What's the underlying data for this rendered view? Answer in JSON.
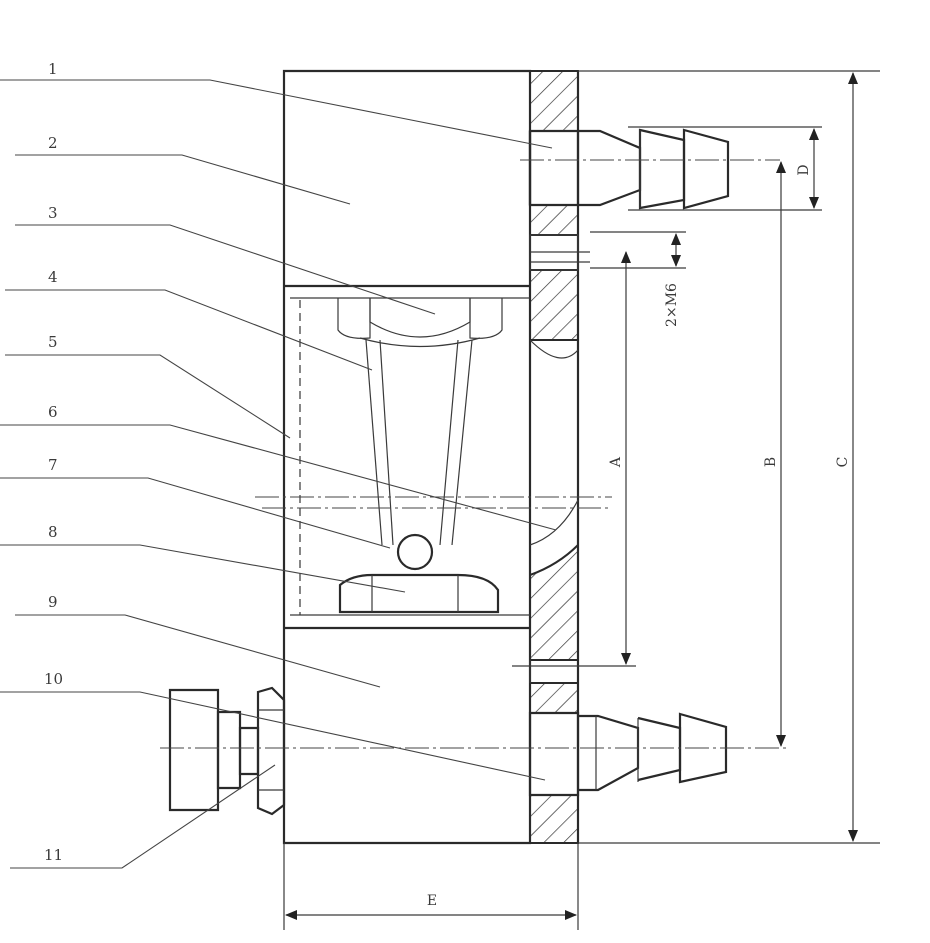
{
  "callouts": [
    "1",
    "2",
    "3",
    "4",
    "5",
    "6",
    "7",
    "8",
    "9",
    "10",
    "11"
  ],
  "dimensions": {
    "A": "A",
    "B": "B",
    "C": "C",
    "D": "D",
    "E": "E",
    "thread": "2×M6"
  },
  "colors": {
    "line": "#2a2a2a",
    "background": "#ffffff"
  }
}
